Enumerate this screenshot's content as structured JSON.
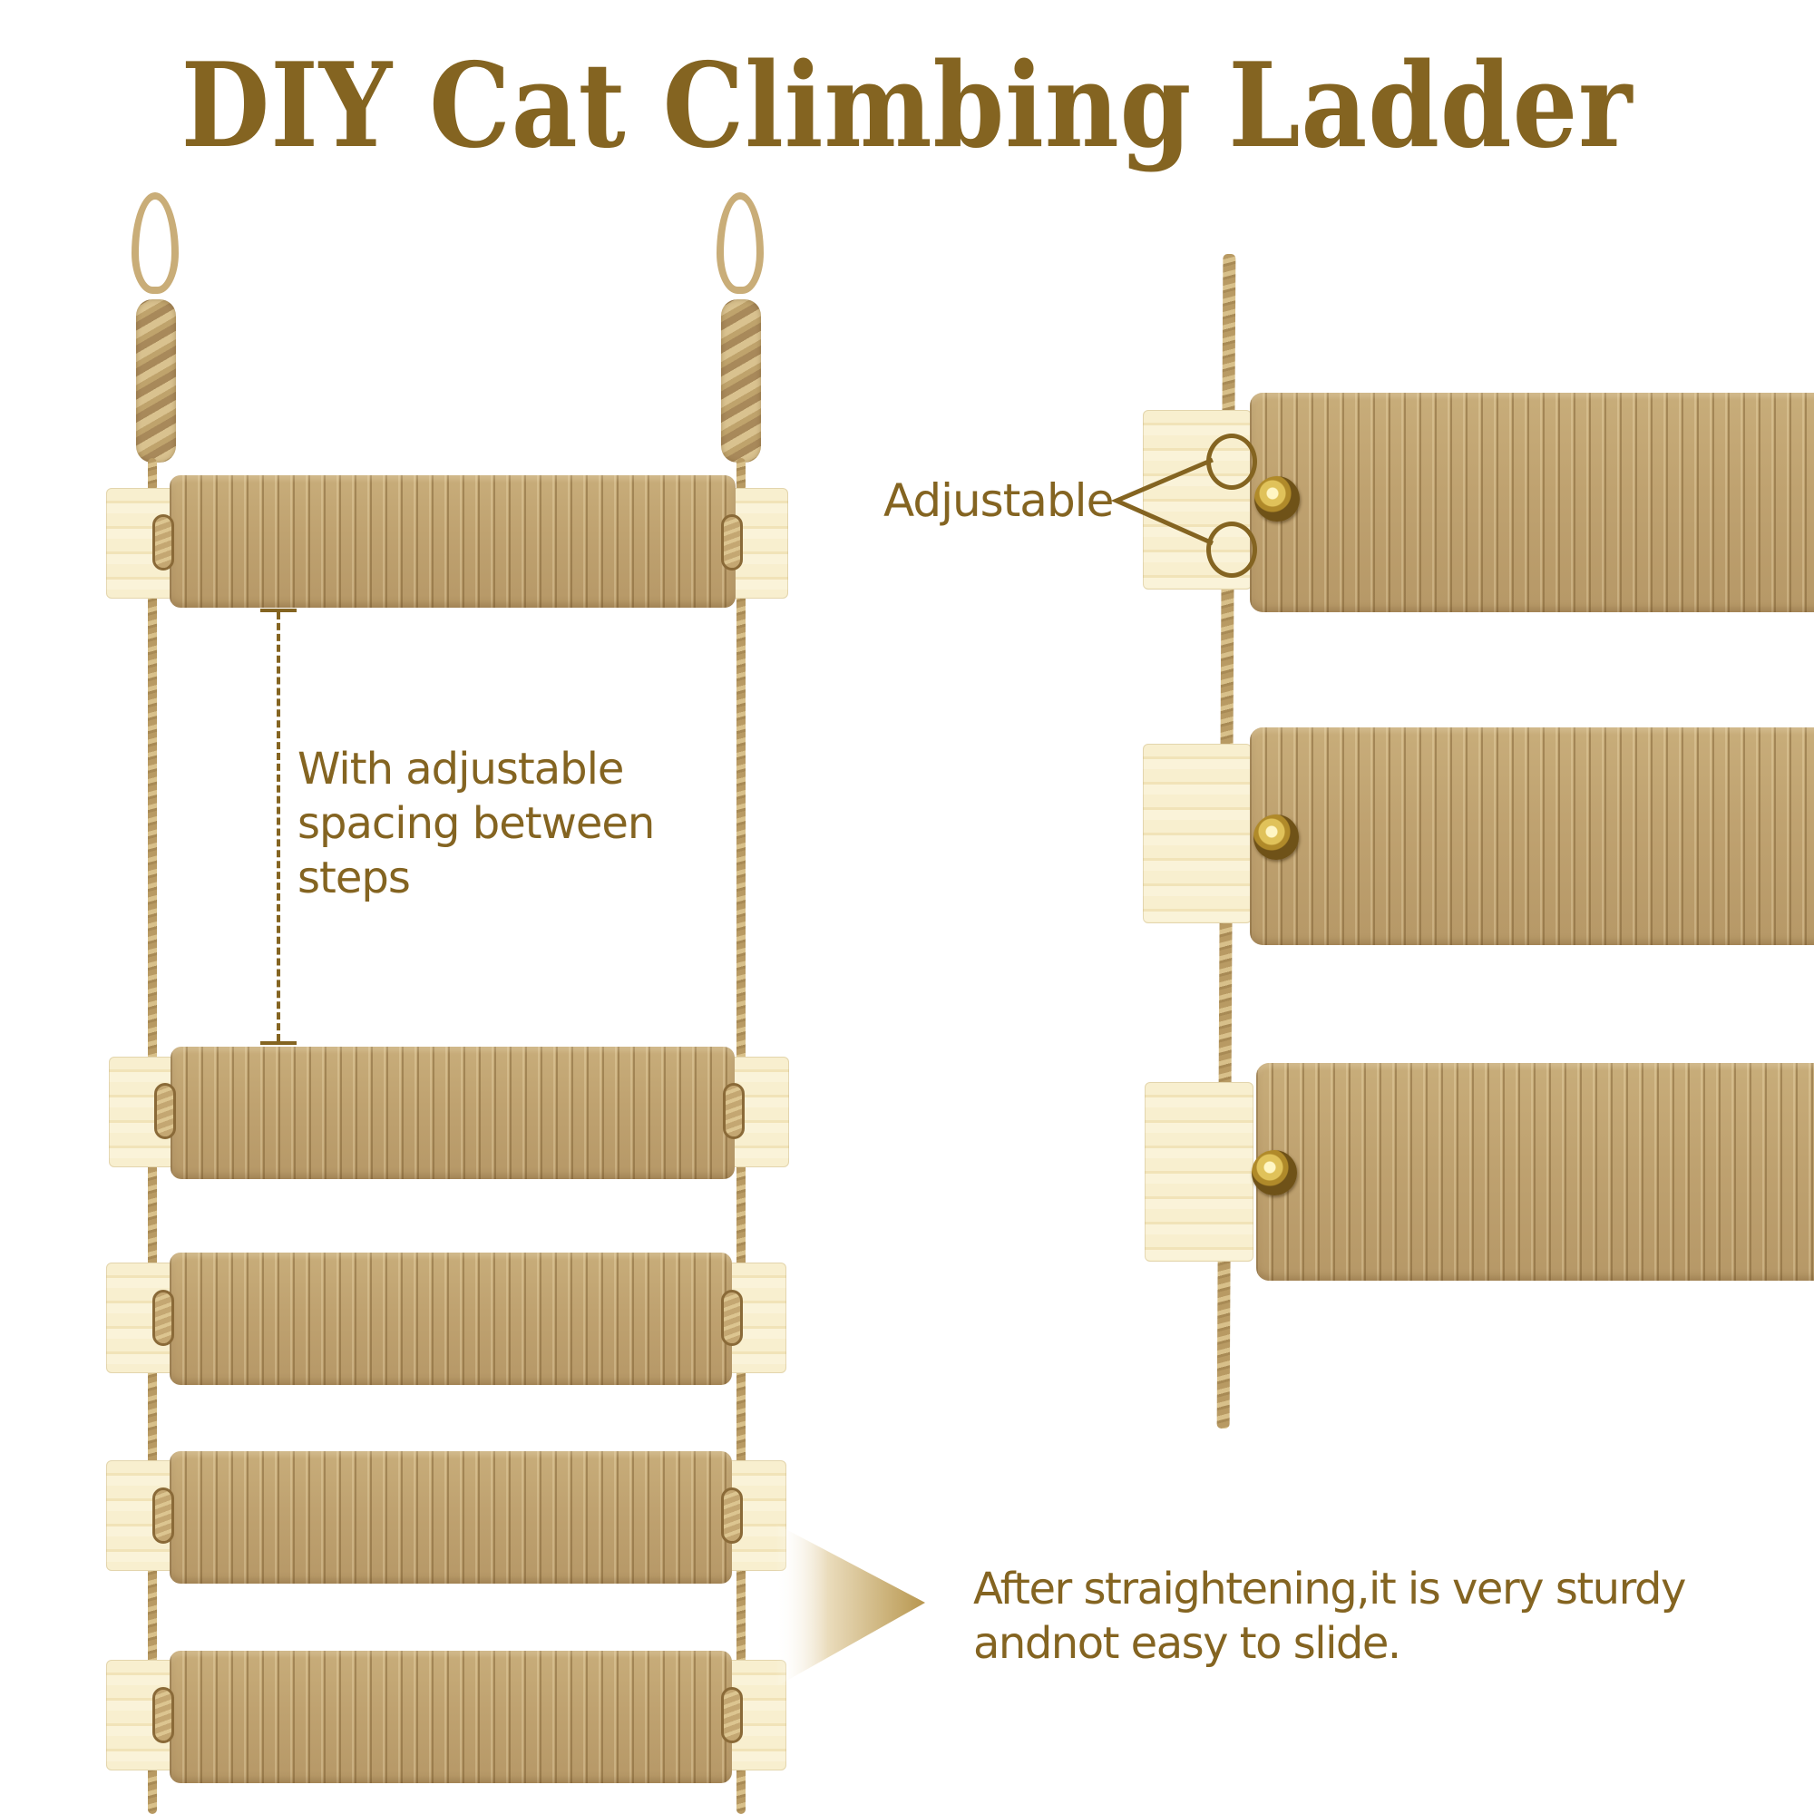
{
  "title": "DIY Cat Climbing Ladder",
  "colors": {
    "accent_brown": "#846421",
    "sisal": "#c2a673",
    "wood": "#f7eecf",
    "background": "#ffffff"
  },
  "callouts": {
    "spacing": {
      "line1": "With adjustable",
      "line2": "spacing between",
      "line3": "steps"
    },
    "adjustable": "Adjustable",
    "sturdy": {
      "line1": "After straightening,it is very sturdy",
      "line2": "andnot easy to slide."
    }
  },
  "left_ladder": {
    "step_count": 5,
    "hanging_loops": 2
  },
  "right_ladder": {
    "step_count": 3,
    "tacks": 3
  },
  "icons": {
    "arrow": "arrow-right-icon",
    "measure": "dashed-measure-line"
  }
}
